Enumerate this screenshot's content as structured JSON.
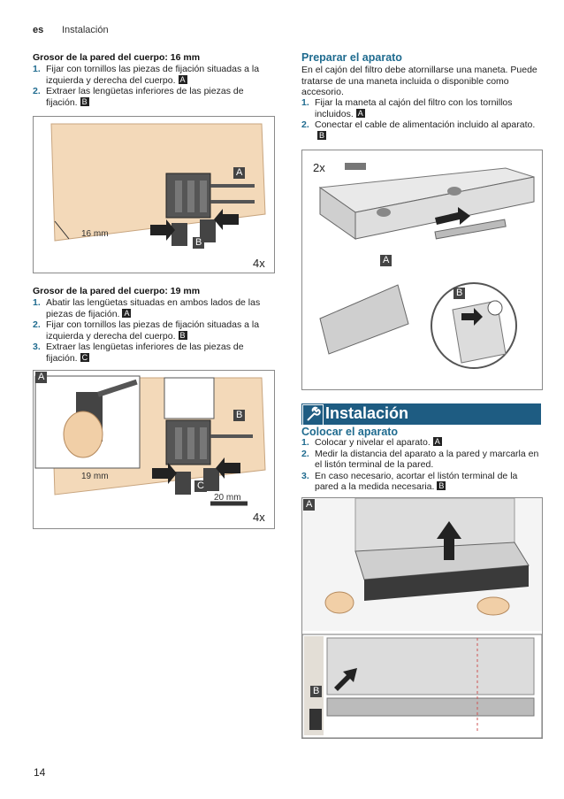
{
  "header": {
    "lang": "es",
    "section": "Instalación"
  },
  "left": {
    "sec1": {
      "title": "Grosor de la pared del cuerpo: 16 mm",
      "steps": [
        {
          "num": "1.",
          "text": "Fijar con tornillos las piezas de fijación situadas a la izquierda y derecha del cuerpo.",
          "badge": "A"
        },
        {
          "num": "2.",
          "text": "Extraer las lengüetas inferiores de las piezas de fijación.",
          "badge": "B"
        }
      ],
      "figure": {
        "label_a": "A",
        "label_b": "B",
        "dimension": "16 mm",
        "count": "4x"
      }
    },
    "sec2": {
      "title": "Grosor de la pared del cuerpo: 19 mm",
      "steps": [
        {
          "num": "1.",
          "text": "Abatir las lengüetas situadas en ambos lados de las piezas de fijación.",
          "badge": "A"
        },
        {
          "num": "2.",
          "text": "Fijar con tornillos las piezas de fijación situadas a la izquierda y derecha del cuerpo.",
          "badge": "B"
        },
        {
          "num": "3.",
          "text": "Extraer las lengüetas inferiores de las piezas de fijación.",
          "badge": "C"
        }
      ],
      "figure": {
        "label_a": "A",
        "label_b": "B",
        "label_c": "C",
        "dimension": "19 mm",
        "screw_length": "20 mm",
        "count": "4x"
      }
    }
  },
  "right": {
    "prep": {
      "title": "Preparar el aparato",
      "intro": "En el cajón del filtro debe atornillarse una maneta. Puede tratarse de una maneta incluida o disponible como accesorio.",
      "steps": [
        {
          "num": "1.",
          "text": "Fijar la maneta al cajón del filtro con los tornillos incluidos.",
          "badge": "A"
        },
        {
          "num": "2.",
          "text": "Conectar el cable de alimentación incluido al aparato.",
          "badge": "B"
        }
      ],
      "figure": {
        "count": "2x",
        "label_a": "A",
        "label_b": "B"
      }
    },
    "install": {
      "banner": "Instalación",
      "subtitle": "Colocar el aparato",
      "steps": [
        {
          "num": "1.",
          "text": "Colocar y nivelar el aparato.",
          "badge": "A"
        },
        {
          "num": "2.",
          "text": "Medir la distancia del aparato a la pared y marcarla en el listón terminal de la pared.",
          "badge": ""
        },
        {
          "num": "3.",
          "text": "En caso necesario, acortar el listón terminal de la pared a la medida necesaria.",
          "badge": "B"
        }
      ],
      "figure": {
        "label_a": "A",
        "label_b": "B"
      }
    }
  },
  "page_number": "14"
}
